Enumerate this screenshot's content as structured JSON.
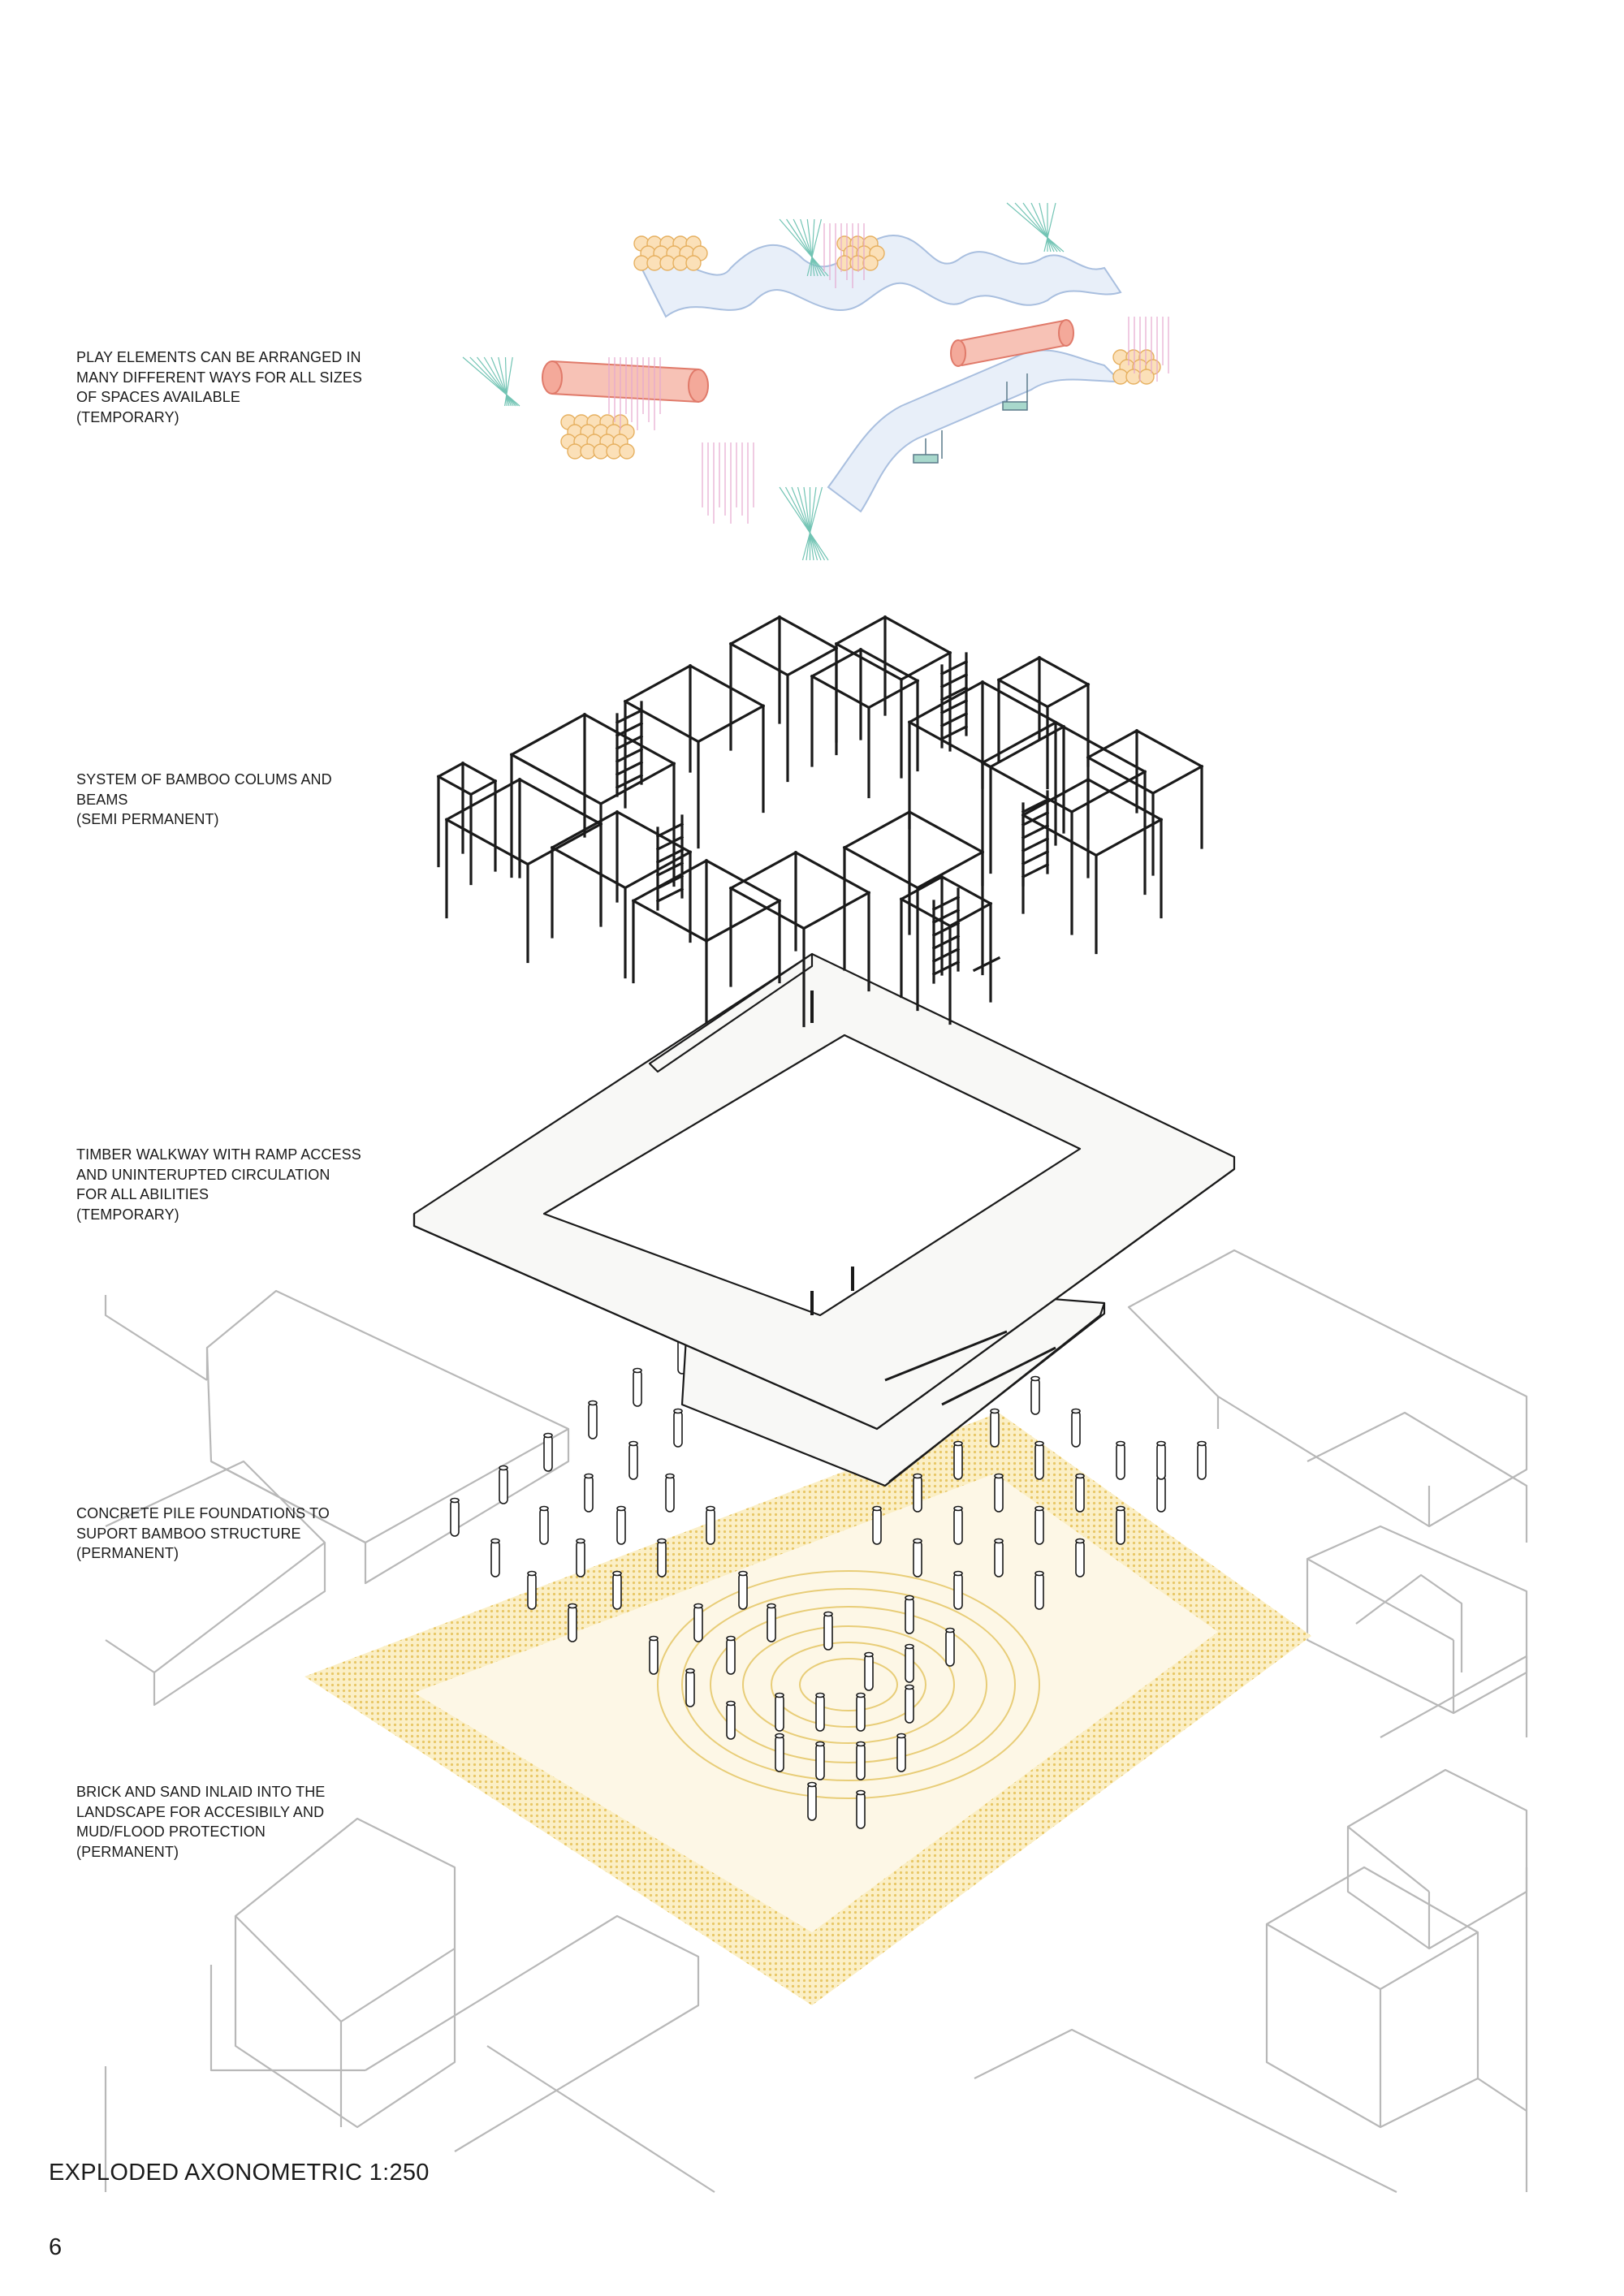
{
  "labels": {
    "play": {
      "lines": [
        "PLAY ELEMENTS CAN BE ARRANGED IN",
        "MANY DIFFERENT WAYS FOR ALL SIZES",
        "OF SPACES AVAILABLE",
        "(TEMPORARY)"
      ]
    },
    "bamboo": {
      "lines": [
        "SYSTEM OF BAMBOO COLUMS AND",
        "BEAMS",
        "(SEMI PERMANENT)"
      ]
    },
    "walkway": {
      "lines": [
        "TIMBER WALKWAY WITH RAMP ACCESS",
        "AND UNINTERUPTED CIRCULATION",
        "FOR ALL ABILITIES",
        "(TEMPORARY)"
      ]
    },
    "piles": {
      "lines": [
        "CONCRETE PILE FOUNDATIONS TO",
        "SUPORT BAMBOO STRUCTURE",
        "(PERMANENT)"
      ]
    },
    "brick": {
      "lines": [
        "BRICK AND SAND INLAID INTO THE",
        "LANDSCAPE FOR ACCESIBILY AND",
        "MUD/FLOOD PROTECTION",
        "(PERMANENT)"
      ]
    }
  },
  "caption": "EXPLODED AXONOMETRIC 1:250",
  "page_number": "6",
  "colors": {
    "line": "#1a1a1a",
    "context_buildings": "#b8b8b8",
    "brick_sand": "#f3d98a",
    "sand_fill": "#fcf4dc",
    "tube": "#f4a99a",
    "balls": "#f9cd8a",
    "canopy": "#b8cde8",
    "rope_pink": "#e6a8cf",
    "rope_teal": "#72c4b4"
  }
}
